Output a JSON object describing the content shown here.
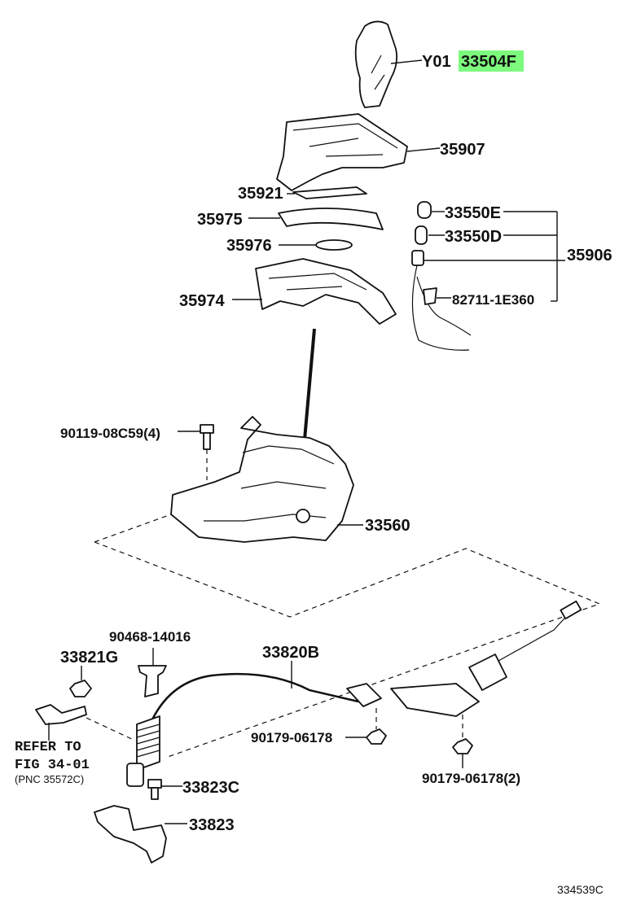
{
  "diagram": {
    "highlight_color": "#7dfa7d",
    "labels": {
      "knob_prefix": "Y01",
      "knob": "33504F",
      "p35907": "35907",
      "p35921": "35921",
      "p35975": "35975",
      "p35976": "35976",
      "p35974": "35974",
      "p33550E": "33550E",
      "p33550D": "33550D",
      "p35906": "35906",
      "p82711": "82711-1E360",
      "p90119": "90119-08C59(4)",
      "p33560": "33560",
      "p90468": "90468-14016",
      "p33820B": "33820B",
      "p33821G": "33821G",
      "ref_line1": "REFER TO",
      "ref_line2": "FIG 34-01",
      "ref_line3": "(PNC 35572C)",
      "p90179a": "90179-06178",
      "p90179b": "90179-06178(2)",
      "p33823C": "33823C",
      "p33823": "33823",
      "figure_code": "334539C"
    }
  }
}
